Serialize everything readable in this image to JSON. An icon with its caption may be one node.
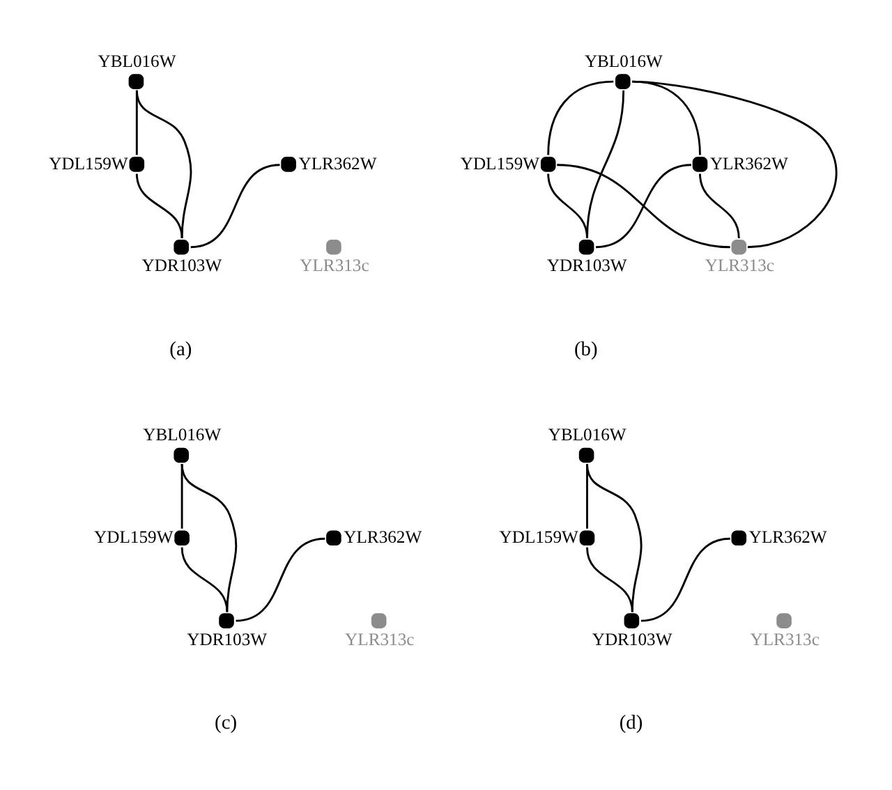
{
  "diagram": {
    "nodes": [
      {
        "text": [],
        "shape": "circle",
        "beside": [
          "YBL016W"
        ]
      },
      {
        "text": [],
        "shape": "circle",
        "beside": [
          "YDL159W"
        ]
      },
      {
        "text": [],
        "shape": "circle",
        "beside": [
          "YLR362W"
        ]
      },
      {
        "text": [],
        "shape": "circle",
        "beside": [
          "YDR103W"
        ]
      },
      {
        "text": [],
        "shape": "circle",
        "beside": [
          "YLR313c"
        ]
      },
      {
        "text": [],
        "shape": "circle",
        "beside": [
          "YBL016W"
        ]
      },
      {
        "text": [],
        "shape": "circle",
        "beside": [
          "YDL159W"
        ]
      },
      {
        "text": [],
        "shape": "circle",
        "beside": [
          "YLR362W"
        ]
      },
      {
        "text": [],
        "shape": "circle",
        "beside": [
          "YDR103W"
        ]
      },
      {
        "text": [],
        "shape": "circle",
        "beside": [
          "YLR313c"
        ]
      },
      {
        "text": [],
        "shape": "circle",
        "beside": [
          "YBL016W"
        ]
      },
      {
        "text": [],
        "shape": "circle",
        "beside": [
          "YDL159W"
        ]
      },
      {
        "text": [],
        "shape": "circle",
        "beside": [
          "YLR362W"
        ]
      },
      {
        "text": [],
        "shape": "circle",
        "beside": [
          "YDR103W"
        ]
      },
      {
        "text": [],
        "shape": "circle",
        "beside": [
          "YLR313c"
        ]
      },
      {
        "text": [],
        "shape": "circle",
        "beside": [
          "YBL016W"
        ]
      },
      {
        "text": [],
        "shape": "circle",
        "beside": [
          "YDL159W"
        ]
      },
      {
        "text": [],
        "shape": "circle",
        "beside": [
          "YLR362W"
        ]
      },
      {
        "text": [],
        "shape": "circle",
        "beside": [
          "YDR103W"
        ]
      },
      {
        "text": [],
        "shape": "circle",
        "beside": [
          "YLR313c"
        ]
      }
    ],
    "edges": [
      {
        "from": 1,
        "to": 0,
        "arrow": "none"
      },
      {
        "from": 0,
        "to": 3,
        "arrow": "none"
      },
      {
        "from": 1,
        "to": 3,
        "arrow": "none"
      },
      {
        "from": 3,
        "to": 2,
        "arrow": "none"
      },
      {
        "from": 5,
        "to": 6,
        "arrow": "none"
      },
      {
        "from": 5,
        "to": 7,
        "arrow": "none"
      },
      {
        "from": 5,
        "to": 8,
        "arrow": "none"
      },
      {
        "from": 5,
        "to": 9,
        "arrow": "none"
      },
      {
        "from": 6,
        "to": 8,
        "arrow": "none"
      },
      {
        "from": 6,
        "to": 9,
        "arrow": "none"
      },
      {
        "from": 7,
        "to": 8,
        "arrow": "none"
      },
      {
        "from": 7,
        "to": 9,
        "arrow": "none"
      },
      {
        "from": 11,
        "to": 10,
        "arrow": "none"
      },
      {
        "from": 10,
        "to": 13,
        "arrow": "none"
      },
      {
        "from": 11,
        "to": 13,
        "arrow": "none"
      },
      {
        "from": 13,
        "to": 12,
        "arrow": "none"
      },
      {
        "from": 16,
        "to": 15,
        "arrow": "none"
      },
      {
        "from": 15,
        "to": 18,
        "arrow": "none"
      },
      {
        "from": 16,
        "to": 18,
        "arrow": "none"
      },
      {
        "from": 18,
        "to": 17,
        "arrow": "none"
      }
    ],
    "labels": [
      "(a)",
      "(b)",
      "(c)",
      "(d)"
    ]
  }
}
